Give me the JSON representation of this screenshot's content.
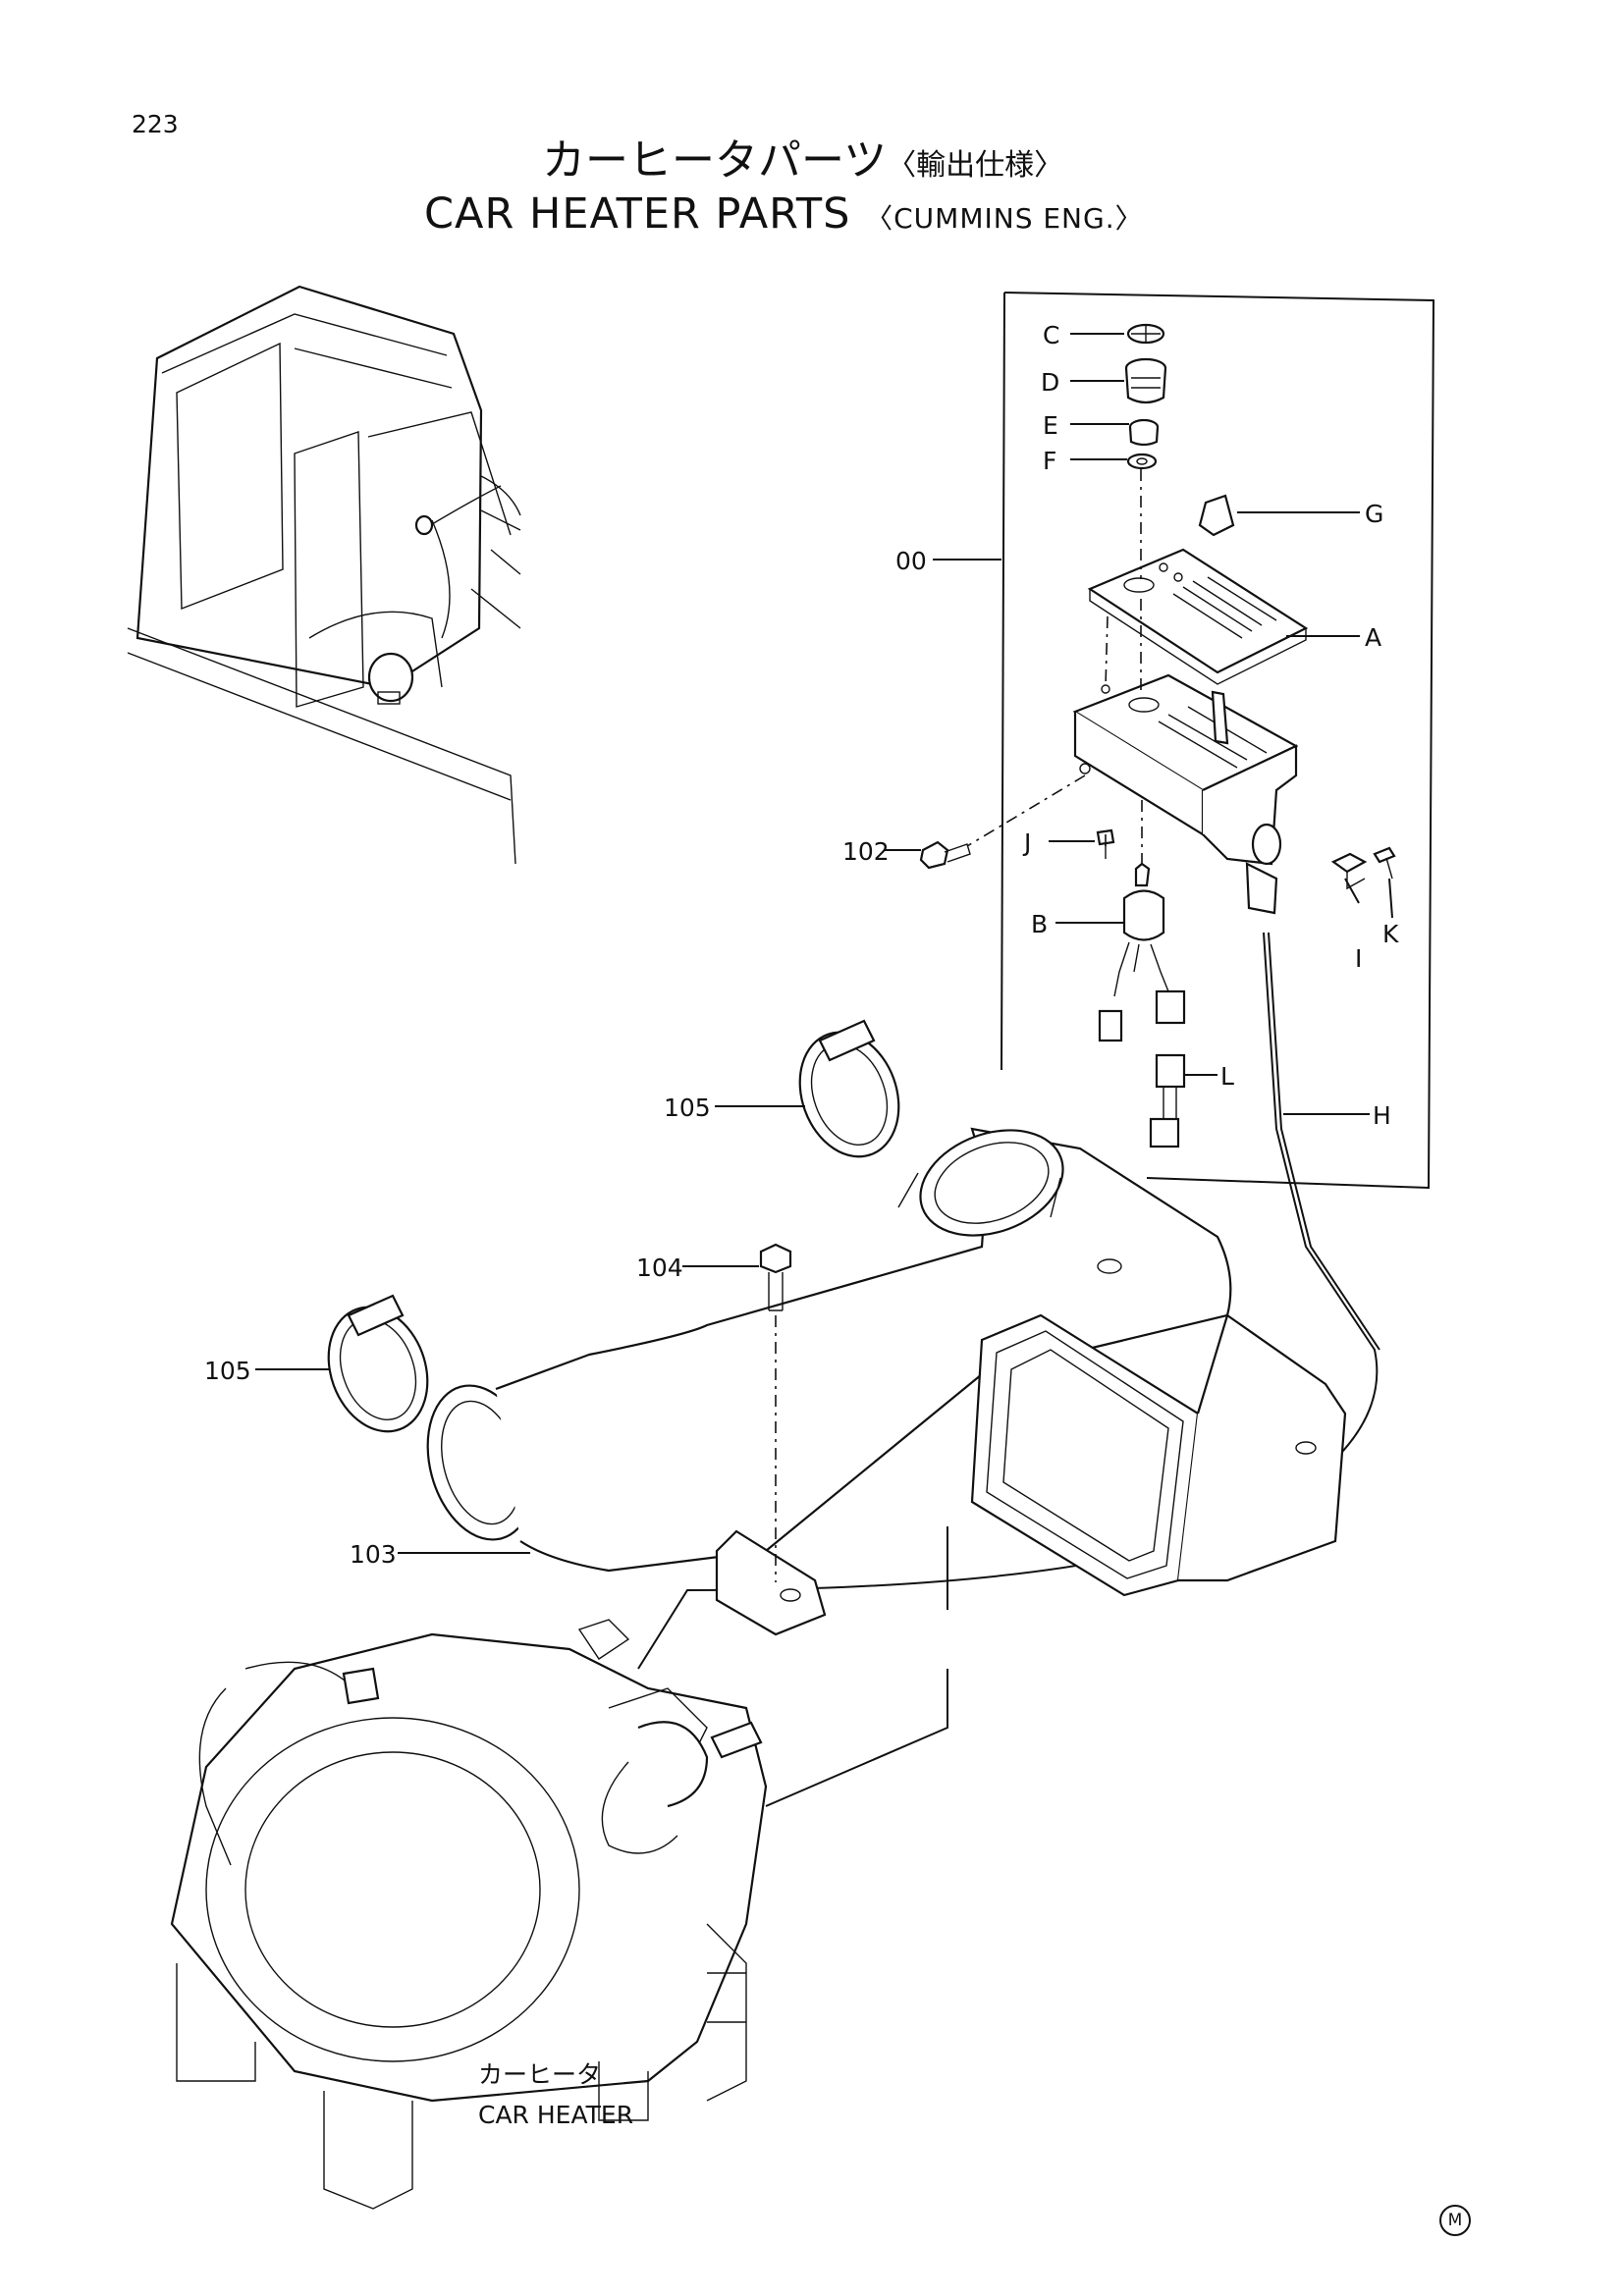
{
  "page_number": "223",
  "title_jp": {
    "main": "カーヒータパーツ",
    "spec": "〈輸出仕様〉"
  },
  "title_en": {
    "main": "CAR HEATER PARTS",
    "spec": "〈CUMMINS ENG.〉"
  },
  "callouts": {
    "c": "C",
    "d": "D",
    "e": "E",
    "f": "F",
    "g": "G",
    "a": "A",
    "assembly": "00",
    "bolt_102": "102",
    "j": "J",
    "b": "B",
    "i": "I",
    "k": "K",
    "l": "L",
    "h": "H",
    "clamp_105_top": "105",
    "bolt_104": "104",
    "clamp_105_left": "105",
    "duct_103": "103"
  },
  "heater_label": {
    "jp": "カーヒータ",
    "en": "CAR HEATER"
  },
  "corner_mark": "M"
}
